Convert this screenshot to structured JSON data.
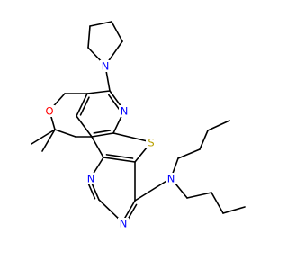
{
  "molecule": {
    "colors": {
      "bond": "#000000",
      "nitrogen": "#0000ff",
      "oxygen": "#ff0000",
      "sulfur": "#b8a000"
    },
    "atom_labels": {
      "n_pyrrolidine": "N",
      "n_pyridine": "N",
      "o_pyran": "O",
      "s_thiophene": "S",
      "n_pyrimidine_top": "N",
      "n_pyrimidine_bottom": "N",
      "n_amine": "N"
    }
  }
}
